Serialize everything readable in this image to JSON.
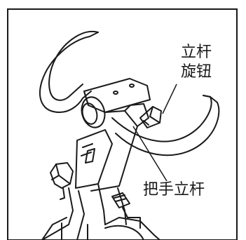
{
  "labels": {
    "stem_knob_line1": "立杆",
    "stem_knob_line2": "旋钮",
    "handlebar_stem": "把手立杆"
  },
  "colors": {
    "stroke": "#1a1a1a",
    "background": "#ffffff"
  }
}
